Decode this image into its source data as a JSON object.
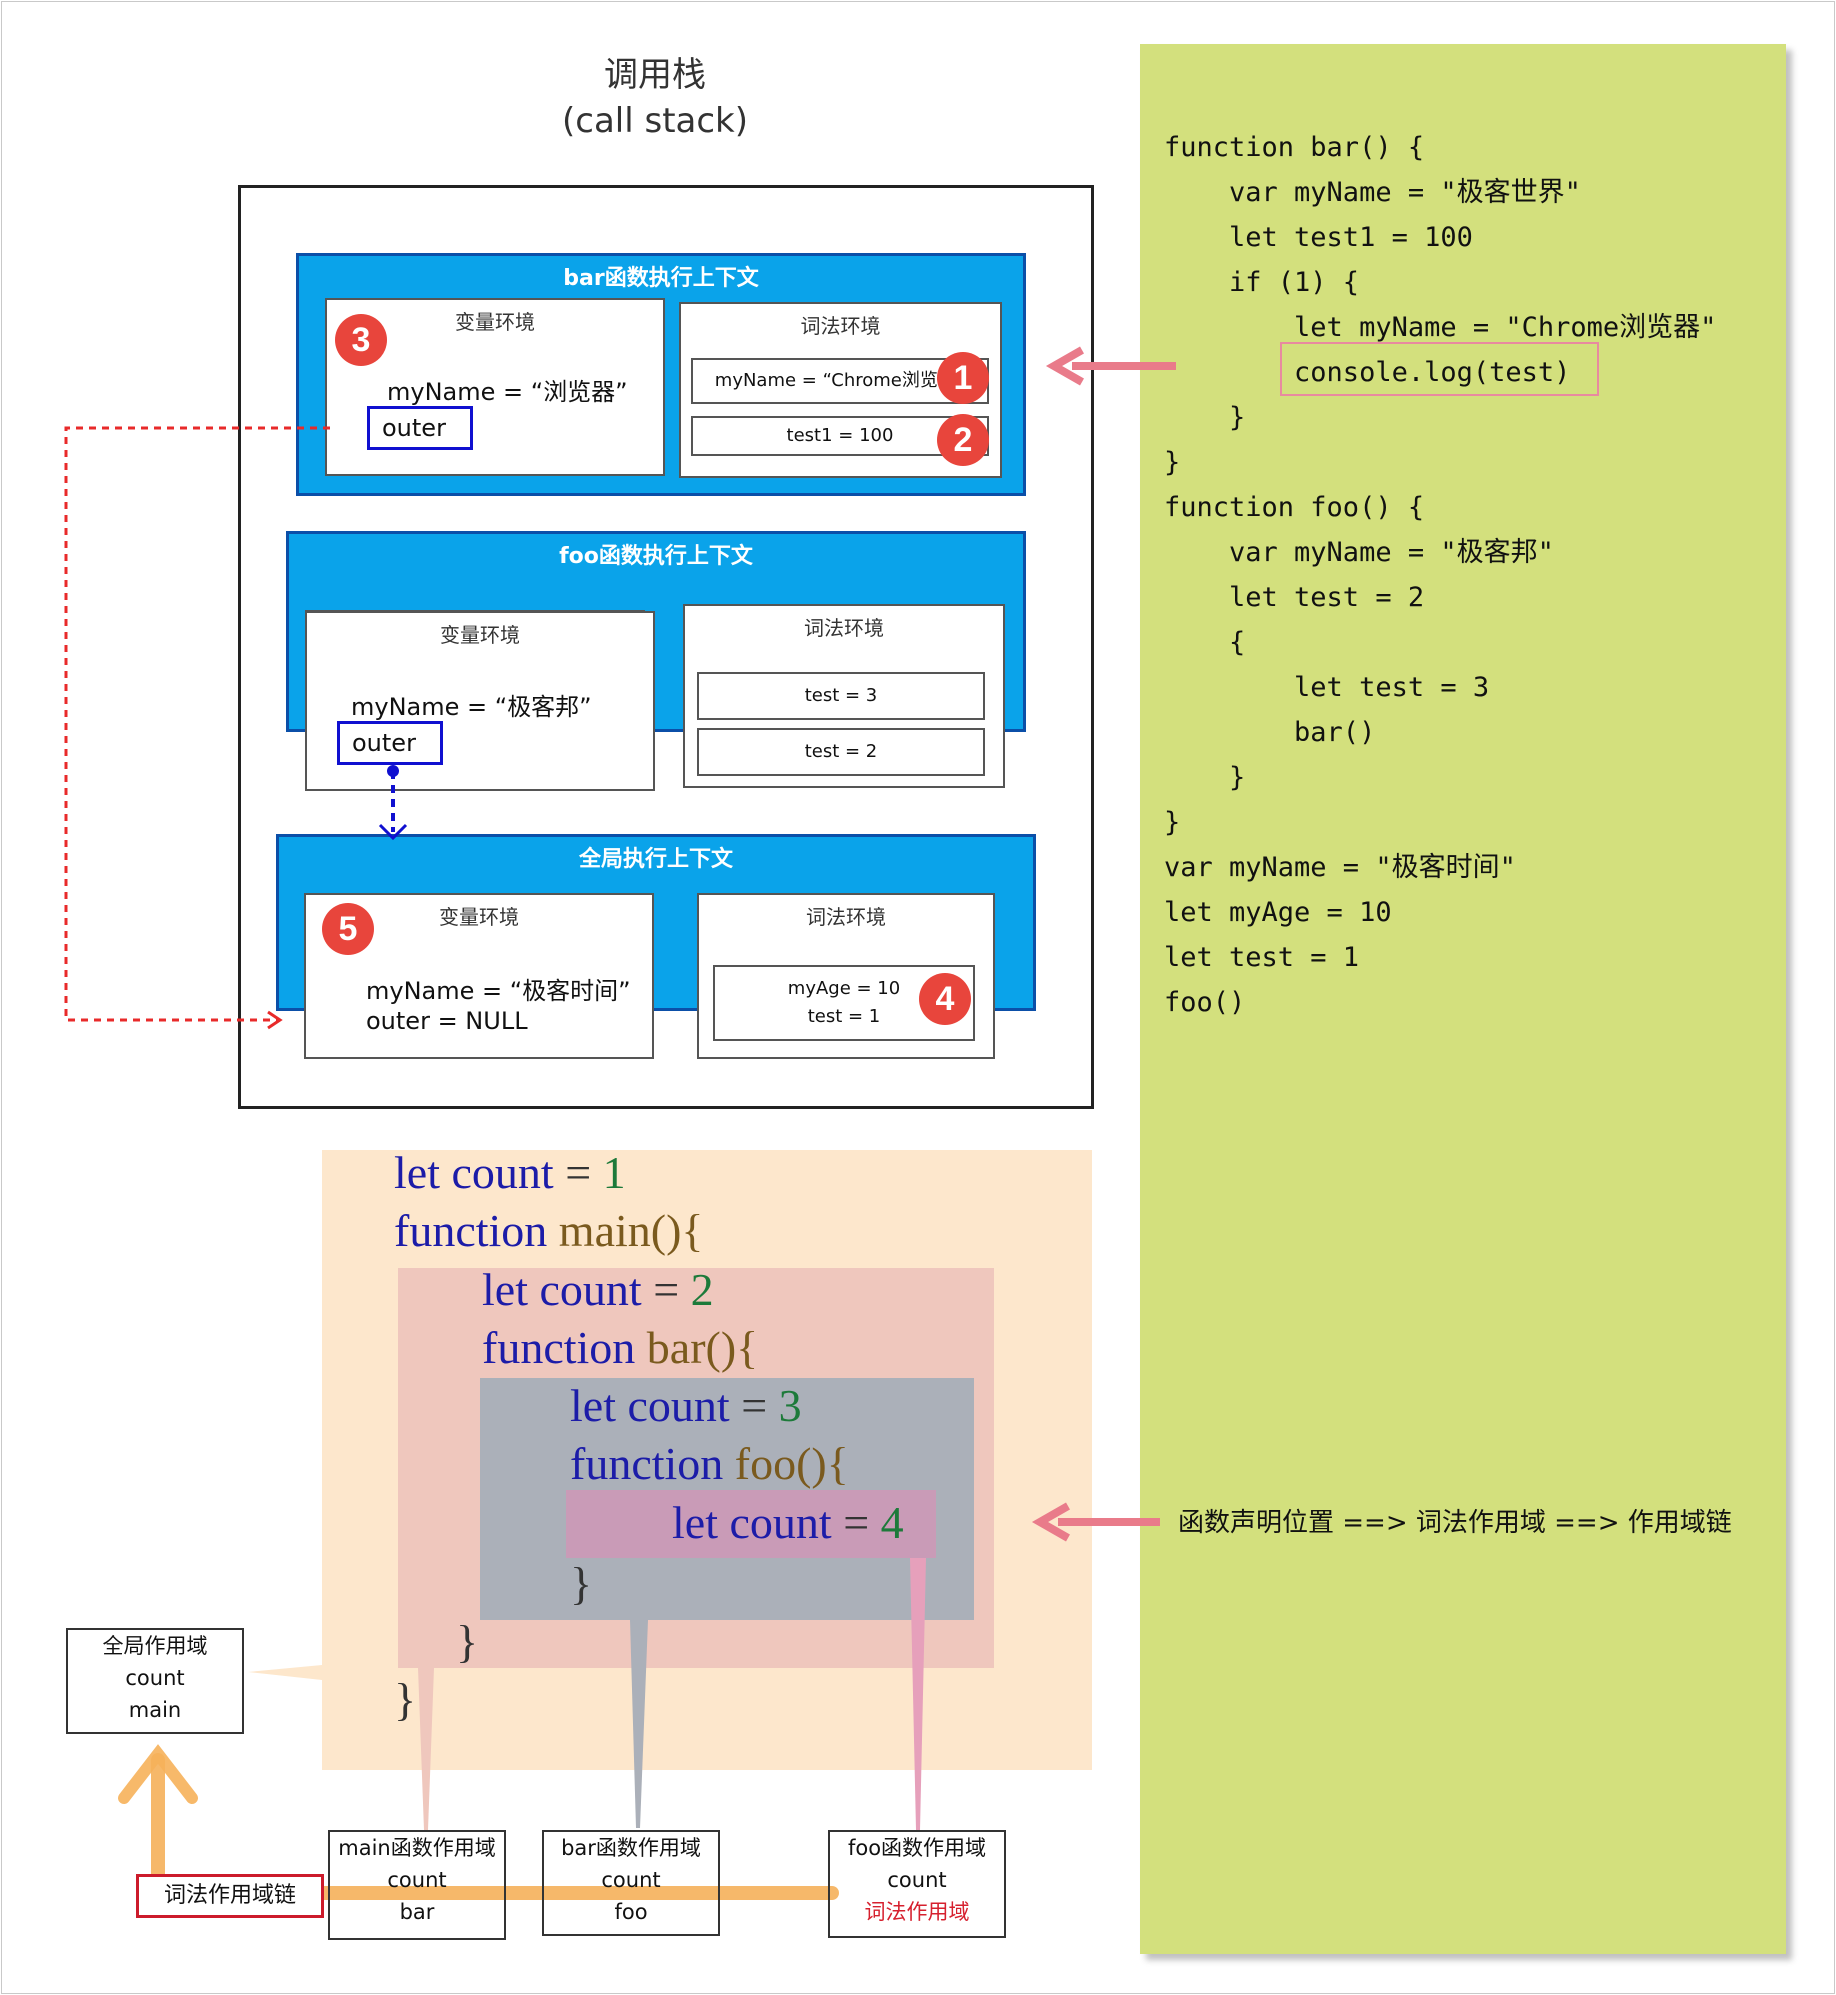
{
  "call_stack": {
    "title_cn": "调用栈",
    "title_en": "(call stack)",
    "bar_ctx": {
      "title": "bar函数执行上下文",
      "var_env_title": "变量环境",
      "var_line": "myName = “浏览器”",
      "outer": "outer",
      "lex_env_title": "词法环境",
      "lex_items": [
        "myName = “Chrome浏览器”",
        "test1 = 100"
      ]
    },
    "foo_ctx": {
      "title": "foo函数执行上下文",
      "var_env_title": "变量环境",
      "var_line": "myName = “极客邦”",
      "outer": "outer",
      "lex_env_title": "词法环境",
      "lex_items": [
        "test = 3",
        "test = 2"
      ]
    },
    "global_ctx": {
      "title": "全局执行上下文",
      "var_env_title": "变量环境",
      "var_line": "myName = “极客时间”",
      "outer_line": "outer = NULL",
      "lex_env_title": "词法环境",
      "lex_lines": [
        "myAge = 10",
        "test = 1"
      ]
    },
    "badges": [
      "1",
      "2",
      "3",
      "4",
      "5"
    ]
  },
  "code_panel": {
    "lines": [
      "function bar() {",
      "    var myName = \"极客世界\"",
      "    let test1 = 100",
      "    if (1) {",
      "        let myName = \"Chrome浏览器\"",
      "        console.log(test)",
      "    }",
      "}",
      "function foo() {",
      "    var myName = \"极客邦\"",
      "    let test = 2",
      "    {",
      "        let test = 3",
      "        bar()",
      "    }",
      "}",
      "var myName = \"极客时间\"",
      "let myAge = 10",
      "let test = 1",
      "foo()"
    ],
    "note": "函数声明位置 ==> 词法作用域 ==> 作用域链"
  },
  "scope_code": {
    "line1": {
      "kw": "let count",
      "eq": " = ",
      "num": "1"
    },
    "line2": {
      "kw": "function",
      "fn": " main(){"
    },
    "line3": {
      "kw": "let count",
      "eq": " = ",
      "num": "2"
    },
    "line4": {
      "kw": "function",
      "fn": " bar(){"
    },
    "line5": {
      "kw": "let count",
      "eq": " = ",
      "num": "3"
    },
    "line6": {
      "kw": "function",
      "fn": " foo(){"
    },
    "line7": {
      "kw": "let count",
      "eq": " = ",
      "num": "4"
    },
    "close": "}"
  },
  "scopes": {
    "global": {
      "title": "全局作用域",
      "items": [
        "count",
        "main"
      ]
    },
    "main": {
      "title": "main函数作用域",
      "items": [
        "count",
        "bar"
      ]
    },
    "bar": {
      "title": "bar函数作用域",
      "items": [
        "count",
        "foo"
      ]
    },
    "foo": {
      "title": "foo函数作用域",
      "items": [
        "count"
      ],
      "label": "词法作用域"
    },
    "chain_label": "词法作用域链"
  },
  "colors": {
    "context_blue": "#0aa3ea",
    "code_panel": "#d3e07d",
    "badge_red": "#e8453c",
    "arrow_pink": "#e97b8a"
  }
}
